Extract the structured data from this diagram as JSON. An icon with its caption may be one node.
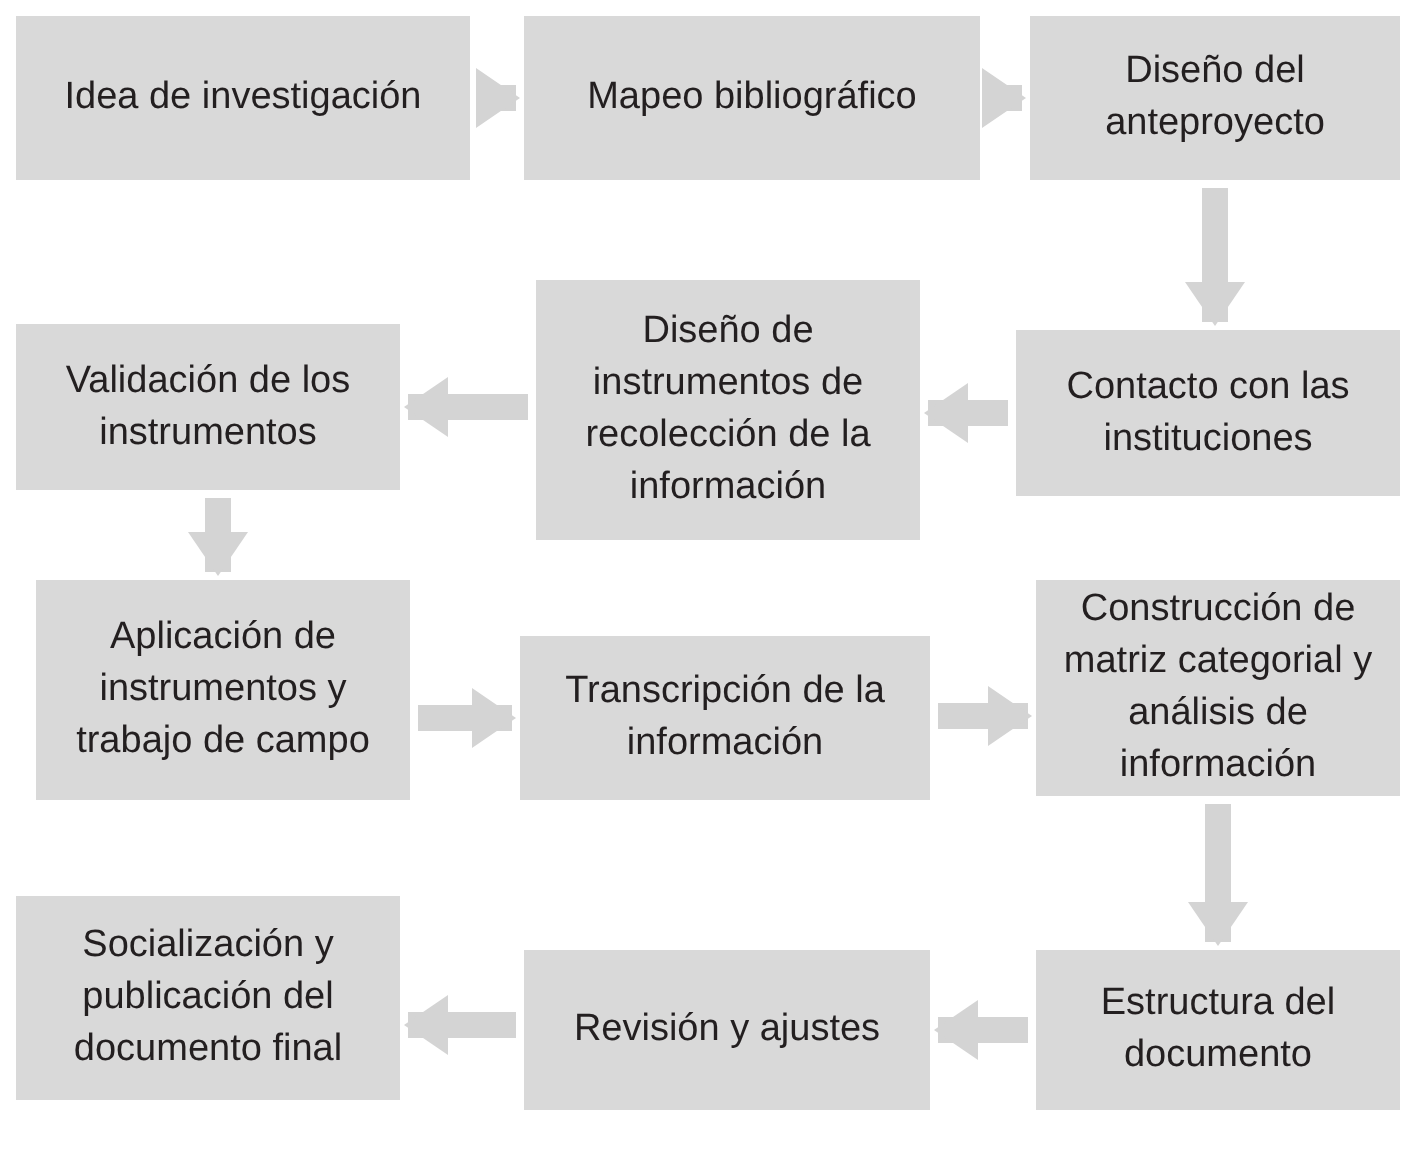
{
  "diagram": {
    "nodes": [
      {
        "text": [
          "Idea de investigación"
        ]
      },
      {
        "text": [
          "Mapeo bibliográfico"
        ]
      },
      {
        "text": [
          "Diseño del anteproyecto"
        ]
      },
      {
        "text": [
          "Contacto con las instituciones"
        ]
      },
      {
        "text": [
          "Diseño de instrumentos de recolección de la información"
        ]
      },
      {
        "text": [
          "Validación de los instrumentos"
        ]
      },
      {
        "text": [
          "Aplicación de instrumentos y trabajo de campo"
        ]
      },
      {
        "text": [
          "Transcripción de la información"
        ]
      },
      {
        "text": [
          "Construcción de matriz categorial y análisis de información"
        ]
      },
      {
        "text": [
          "Estructura del documento"
        ]
      },
      {
        "text": [
          "Revisión y ajustes"
        ]
      },
      {
        "text": [
          "Socialización y publicación del documento final"
        ]
      }
    ],
    "edges": [
      {
        "from": 0,
        "to": 1,
        "arrow": "to"
      },
      {
        "from": 1,
        "to": 2,
        "arrow": "to"
      },
      {
        "from": 2,
        "to": 3,
        "arrow": "to"
      },
      {
        "from": 3,
        "to": 4,
        "arrow": "to"
      },
      {
        "from": 4,
        "to": 5,
        "arrow": "to"
      },
      {
        "from": 5,
        "to": 6,
        "arrow": "to"
      },
      {
        "from": 6,
        "to": 7,
        "arrow": "to"
      },
      {
        "from": 7,
        "to": 8,
        "arrow": "to"
      },
      {
        "from": 8,
        "to": 9,
        "arrow": "to"
      },
      {
        "from": 9,
        "to": 10,
        "arrow": "to"
      },
      {
        "from": 10,
        "to": 11,
        "arrow": "to"
      }
    ]
  }
}
